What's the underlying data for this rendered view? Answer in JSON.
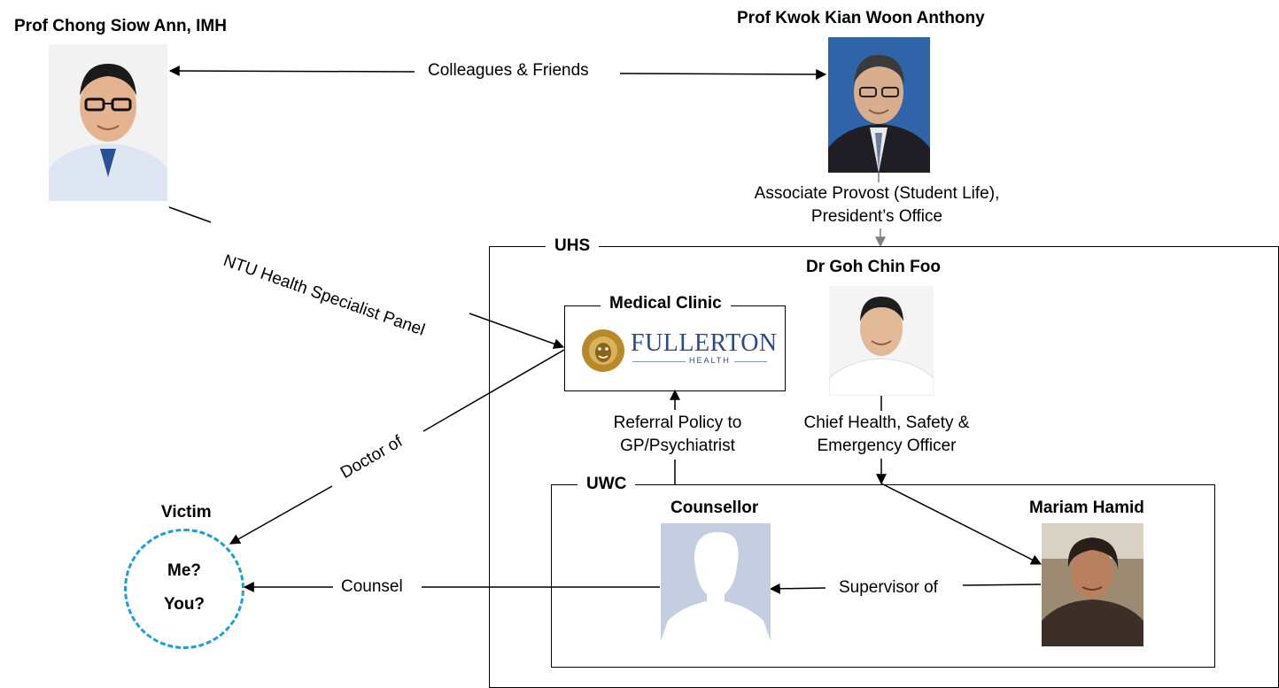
{
  "people": {
    "chong": {
      "name": "Prof Chong Siow Ann, IMH"
    },
    "kwok": {
      "name": "Prof Kwok Kian Woon Anthony"
    },
    "goh": {
      "name": "Dr Goh Chin Foo"
    },
    "counsellor": {
      "name": "Counsellor"
    },
    "mariam": {
      "name": "Mariam Hamid"
    }
  },
  "groups": {
    "uhs": "UHS",
    "uwc": "UWC",
    "clinic": "Medical Clinic"
  },
  "clinic_logo": {
    "brand": "FULLERTON",
    "sub": "HEALTH",
    "color": "#2b4a8b",
    "lion_color": "#b8892a"
  },
  "victim": {
    "title": "Victim",
    "line1": "Me?",
    "line2": "You?",
    "ring_color": "#1a9fd6"
  },
  "relations": {
    "colleagues": "Colleagues & Friends",
    "assoc_provost_l1": "Associate Provost (Student Life),",
    "assoc_provost_l2": "President’s Office",
    "specialist_panel": "NTU Health Specialist Panel",
    "doctor_of": "Doctor of",
    "referral_l1": "Referral Policy to",
    "referral_l2": "GP/Psychiatrist",
    "chief_l1": "Chief Health, Safety &",
    "chief_l2": "Emergency Officer",
    "supervisor_of": "Supervisor of",
    "counsel": "Counsel"
  }
}
